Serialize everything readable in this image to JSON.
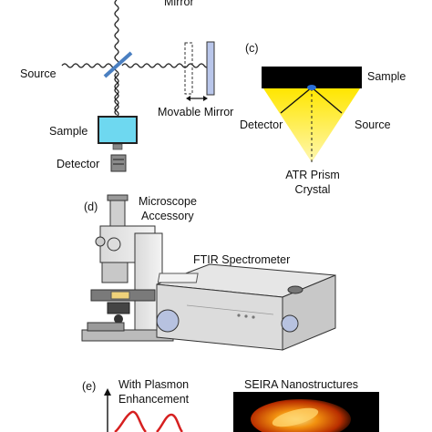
{
  "panel_b": {
    "mirror_label": "Mirror",
    "source_label": "Source",
    "movable_mirror_label": "Movable Mirror",
    "sample_label": "Sample",
    "detector_label": "Detector"
  },
  "panel_c": {
    "tag": "(c)",
    "sample_label": "Sample",
    "detector_label": "Detector",
    "source_label": "Source",
    "prism_line1": "ATR Prism",
    "prism_line2": "Crystal",
    "colors": {
      "sample": "#000000",
      "prism": "#ffee00",
      "interface": "#2a6fd6"
    }
  },
  "panel_d": {
    "tag": "(d)",
    "accessory_line1": "Microscope",
    "accessory_line2": "Accessory",
    "spectrometer_label": "FTIR Spectrometer"
  },
  "panel_e": {
    "tag": "(e)",
    "plasmon_line1": "With Plasmon",
    "plasmon_line2": "Enhancement",
    "seira_label": "SEIRA Nanostructures",
    "colors": {
      "spectrum": "#d62020",
      "glow": "#ff7a00"
    }
  },
  "icons": [
    "beam-splitter-icon",
    "mirror-icon",
    "sample-cell-icon",
    "detector-icon",
    "microscope-icon",
    "spectrometer-icon"
  ]
}
